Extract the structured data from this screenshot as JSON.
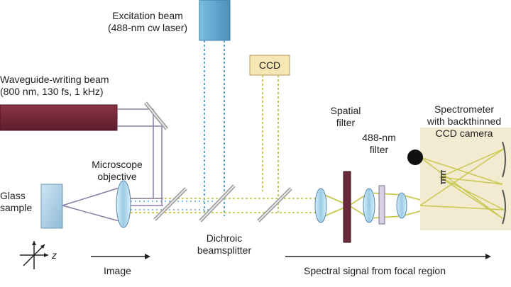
{
  "labels": {
    "excitation_beam_line1": "Excitation beam",
    "excitation_beam_line2": "(488-nm cw laser)",
    "ccd": "CCD",
    "writing_beam_line1": "Waveguide-writing beam",
    "writing_beam_line2": "(800 nm, 130 fs, 1 kHz)",
    "microscope_line1": "Microscope",
    "microscope_line2": "objective",
    "glass_line1": "Glass",
    "glass_line2": "sample",
    "spatial_filter_line1": "Spatial",
    "spatial_filter_line2": "filter",
    "filter488_line1": "488-nm",
    "filter488_line2": "filter",
    "spectrometer_line1": "Spectrometer",
    "spectrometer_line2": "with backthinned",
    "spectrometer_line3": "CCD camera",
    "dichroic_line1": "Dichroic",
    "dichroic_line2": "beamsplitter",
    "image": "Image",
    "spectral_signal": "Spectral signal from focal region",
    "axis_z": "z"
  },
  "colors": {
    "excitation_laser": "#5aa6cf",
    "writing_laser": "#7a2a3a",
    "ccd_box": "#f5e6b5",
    "spectrometer_box": "#f3ead2",
    "beam_yellow": "#c8c850",
    "beam_blue": "#5aa6cf",
    "beam_purple": "#8a7aa8",
    "optic_blue": "#a8d4ec"
  }
}
